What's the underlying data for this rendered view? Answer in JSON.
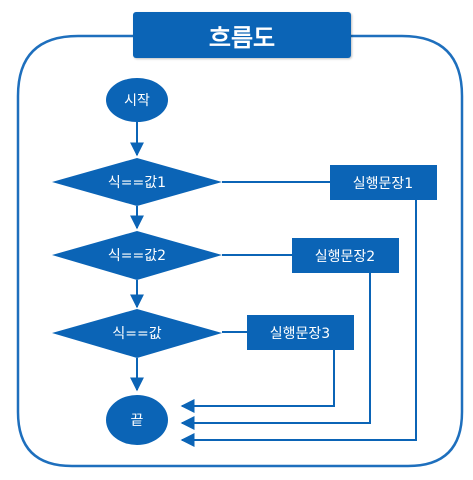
{
  "title": "흐름도",
  "colors": {
    "primary": "#0b64b6",
    "frame": "#1e6fbd",
    "background": "#ffffff"
  },
  "nodes": {
    "start": "시작",
    "cond1": "식==값1",
    "cond2": "식==값2",
    "cond3": "식==값",
    "stmt1": "실행문장1",
    "stmt2": "실행문장2",
    "stmt3": "실행문장3",
    "end": "끝"
  }
}
